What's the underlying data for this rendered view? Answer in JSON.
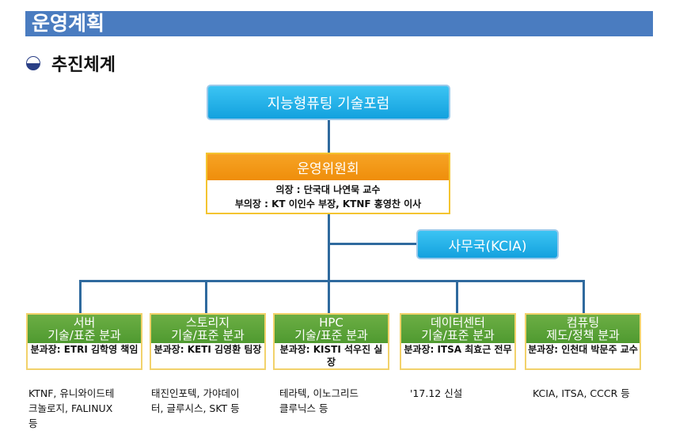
{
  "header": {
    "title": "운영계획"
  },
  "section": {
    "title": "추진체계"
  },
  "org": {
    "forum": "지능형퓨팅 기술포럼",
    "committee": {
      "title": "운영위원회",
      "chair": "의장 : 단국대 나연묵 교수",
      "vice_chair": "부의장 : KT 이인수 부장, KTNF 홍영찬 이사"
    },
    "office": "사무국(KCIA)",
    "subcommittees": [
      {
        "name_line1": "서버",
        "name_line2": "기술/표준 분과",
        "chair": "분과장: ETRI 김학영 책임",
        "members": "KTNF, 유니와이드테\n크놀로지, FALINUX\n등"
      },
      {
        "name_line1": "스토리지",
        "name_line2": "기술/표준 분과",
        "chair": "분과장: KETI 김영환 팀장",
        "members": "태진인포텍, 가야데이\n터, 글루시스, SKT 등"
      },
      {
        "name_line1": "HPC",
        "name_line2": "기술/표준 분과",
        "chair": "분과장: KISTI 석우진 실장",
        "members": "테라텍, 이노그리드\n클루닉스 등"
      },
      {
        "name_line1": "데이터센터",
        "name_line2": "기술/표준 분과",
        "chair": "분과장: ITSA 최효근 전무",
        "members": "'17.12 신설"
      },
      {
        "name_line1": "컴퓨팅",
        "name_line2": "제도/정책 분과",
        "chair": "분과장: 인천대 박문주 교수",
        "members": "KCIA, ITSA, CCCR 등"
      }
    ]
  },
  "colors": {
    "title_bar": "#4a7cc0",
    "forum_box": "#13a1de",
    "committee_head": "#ef8e0b",
    "subcommittee_head": "#4f9a30",
    "subcommittee_border": "#f2d26b",
    "connector": "#2f6a9e"
  }
}
